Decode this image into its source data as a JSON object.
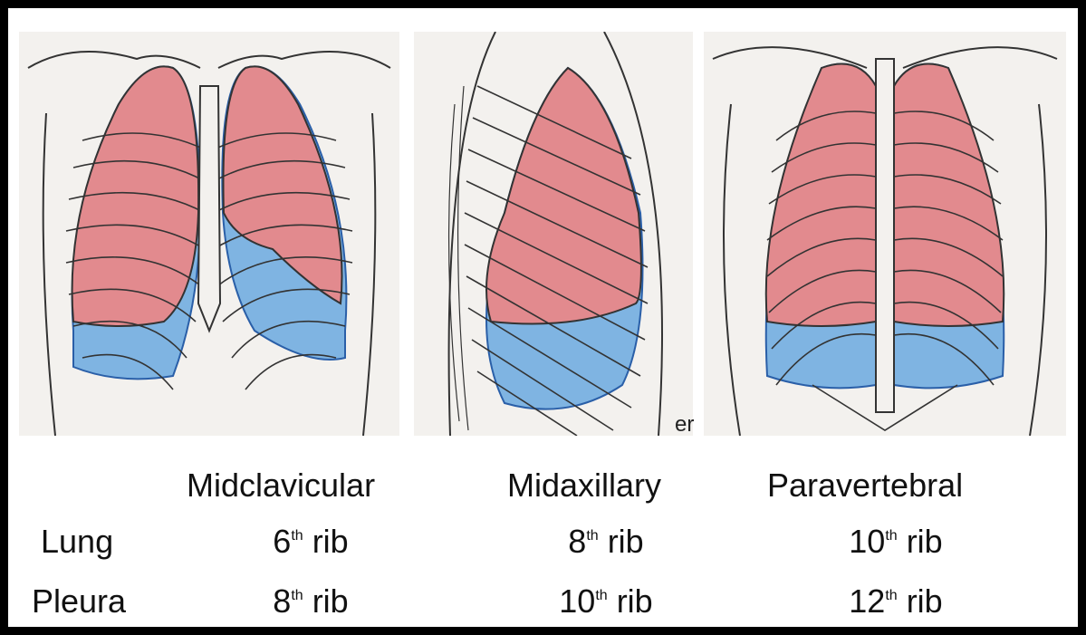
{
  "figure": {
    "stray_text": "er",
    "colors": {
      "lung": "#e28a8e",
      "pleura": "#7fb4e2",
      "outline": "#222222",
      "background": "#f3f1ee"
    }
  },
  "table": {
    "columns": [
      "Midclavicular",
      "Midaxillary",
      "Paravertebral"
    ],
    "rows": [
      {
        "label": "Lung",
        "cells": [
          {
            "num": "6",
            "suffix": "th",
            "word": "rib"
          },
          {
            "num": "8",
            "suffix": "th",
            "word": "rib"
          },
          {
            "num": "10",
            "suffix": "th",
            "word": "rib"
          }
        ]
      },
      {
        "label": "Pleura",
        "cells": [
          {
            "num": "8",
            "suffix": "th",
            "word": "rib"
          },
          {
            "num": "10",
            "suffix": "th",
            "word": "rib"
          },
          {
            "num": "12",
            "suffix": "th",
            "word": "rib"
          }
        ]
      }
    ]
  }
}
